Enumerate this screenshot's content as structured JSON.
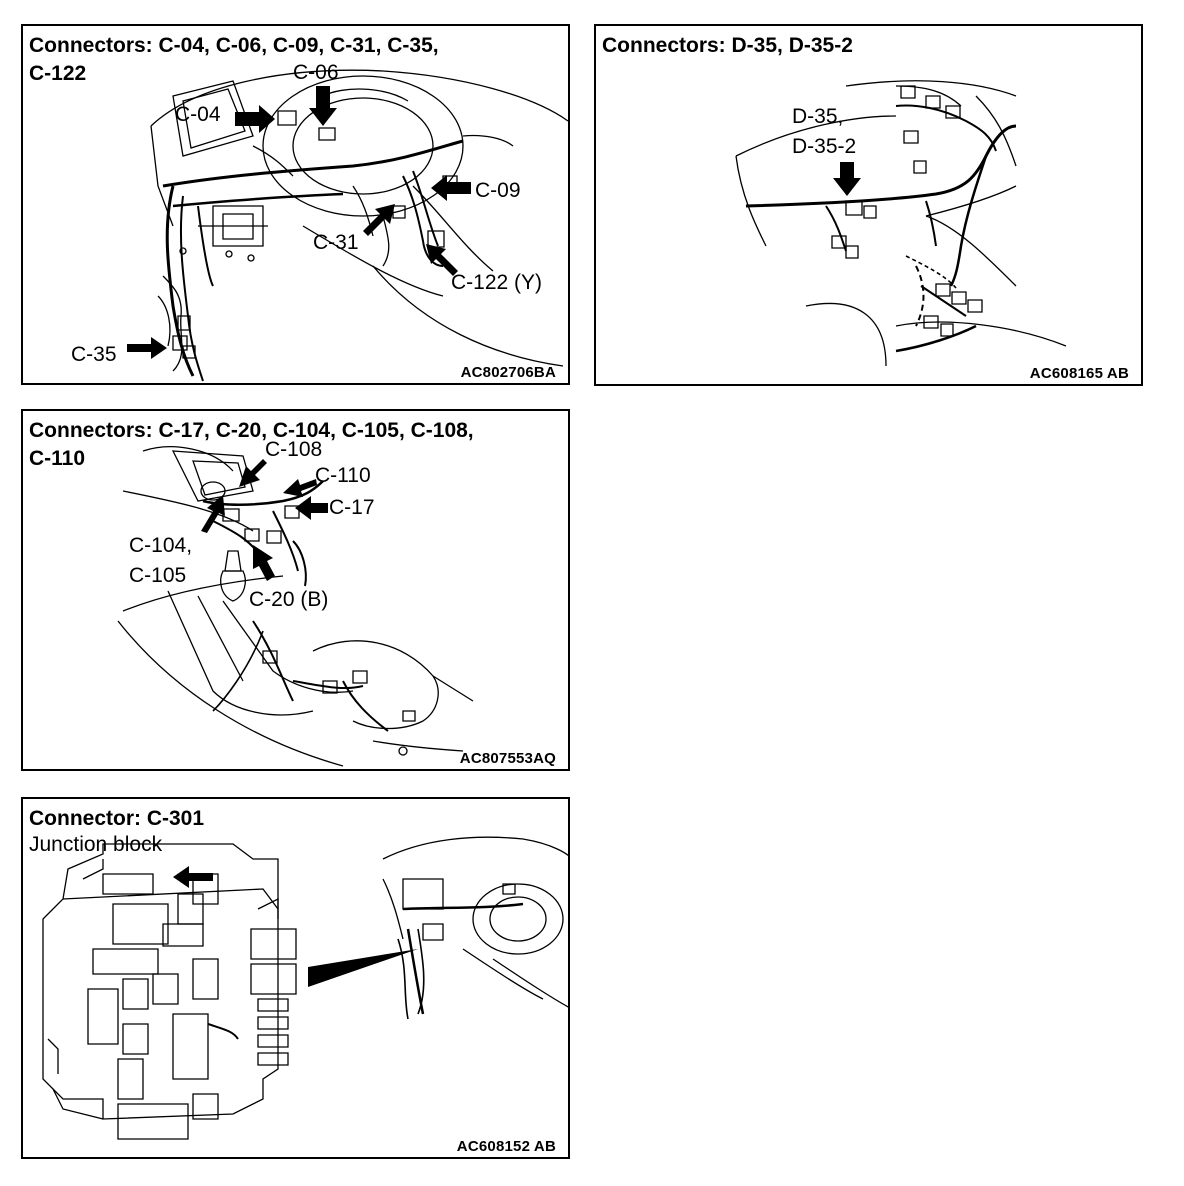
{
  "panels": {
    "p1": {
      "title_line1": "Connectors: C-04, C-06, C-09, C-31, C-35,",
      "title_line2": "C-122",
      "labels": {
        "c04": "C-04",
        "c06": "C-06",
        "c09": "C-09",
        "c31": "C-31",
        "c122": "C-122 (Y)",
        "c35": "C-35"
      },
      "code": "AC802706BA"
    },
    "p2": {
      "title": "Connectors: D-35, D-35-2",
      "labels": {
        "d35_line1": "D-35,",
        "d35_line2": "D-35-2"
      },
      "code": "AC608165 AB"
    },
    "p3": {
      "title_line1": "Connectors: C-17, C-20, C-104, C-105, C-108,",
      "title_line2": "C-110",
      "labels": {
        "c108": "C-108",
        "c110": "C-110",
        "c17": "C-17",
        "c104": "C-104,",
        "c105": "C-105",
        "c20": "C-20 (B)"
      },
      "code": "AC807553AQ"
    },
    "p4": {
      "title": "Connector: C-301",
      "subtitle": "Junction block",
      "code": "AC608152 AB"
    }
  }
}
